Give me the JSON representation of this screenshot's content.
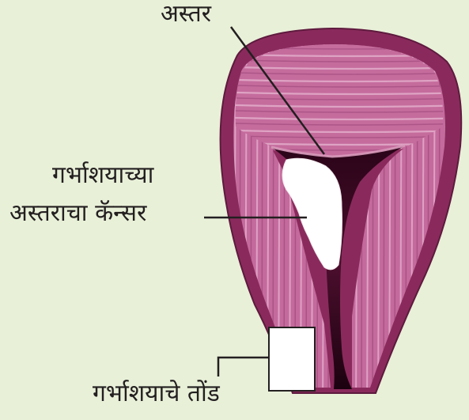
{
  "labels": {
    "lining": "अस्तर",
    "cancer_line1": "गर्भाशयाच्या",
    "cancer_line2": "अस्तराचा कॅन्सर",
    "cervix": "गर्भाशयाचे तोंड"
  },
  "colors": {
    "background": "#e8f0d8",
    "uterus_outer": "#8a2a5c",
    "uterus_muscle": "#c46a9c",
    "uterus_highlight": "#e7b3cf",
    "cavity": "#3a0a22",
    "tumor": "#ffffff",
    "leader_line": "#231f20"
  }
}
